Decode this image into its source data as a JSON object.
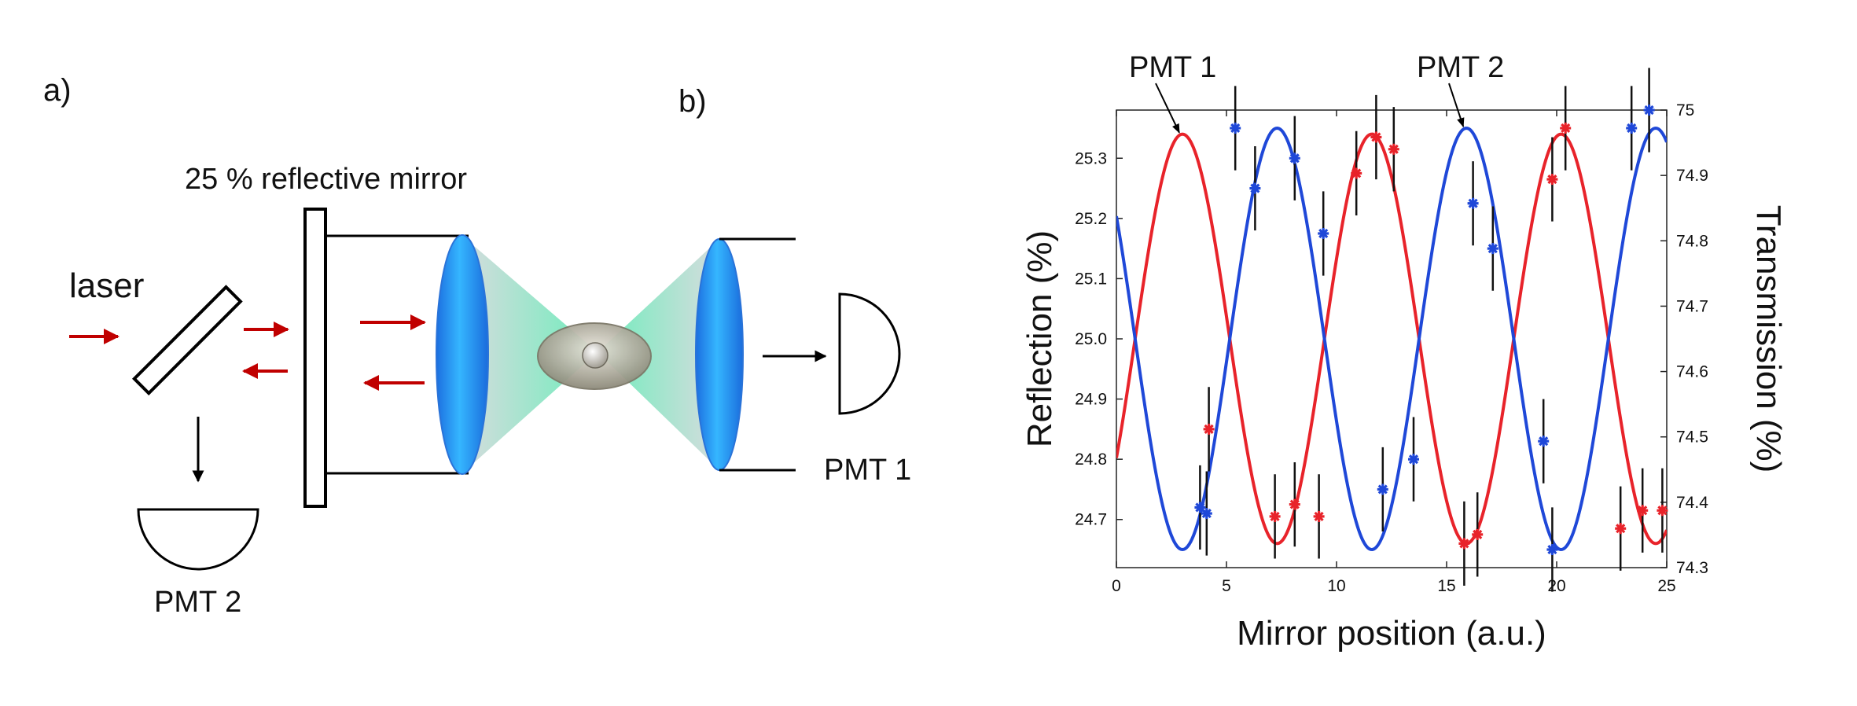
{
  "panel_a": {
    "label": "a)",
    "mirror_label": "25 % reflective mirror",
    "laser_label": "laser",
    "pmt2_label": "PMT 2"
  },
  "panel_b": {
    "label": "b)",
    "pmt1_label": "PMT 1"
  },
  "colors": {
    "red_arrow": "#c00000",
    "lens_blue": "#2a8ff0",
    "beam_green": "#5fe3b0",
    "series_pmt1": "#e8232a",
    "series_pmt2": "#1f48d8"
  },
  "chart_data": {
    "type": "line",
    "xlabel": "Mirror position (a.u.)",
    "ylabel": "Reflection (%)",
    "y2label": "Transmission (%)",
    "xlim": [
      0,
      25
    ],
    "ylim": [
      24.62,
      25.38
    ],
    "y2lim": [
      74.3,
      75.0
    ],
    "xticks": [
      "0",
      "5",
      "10",
      "15",
      "20",
      "25"
    ],
    "yticks": [
      "24.7",
      "24.8",
      "24.9",
      "25.0",
      "25.1",
      "25.2",
      "25.3"
    ],
    "y2ticks": [
      "74.3",
      "74.4",
      "74.5",
      "74.6",
      "74.7",
      "74.8",
      "74.9",
      "75"
    ],
    "annotations": [
      "PMT 1",
      "PMT 2"
    ],
    "series": [
      {
        "label": "PMT 1",
        "color": "#e8232a",
        "fit": {
          "mean": 25.0,
          "amplitude": 0.34,
          "period": 8.6,
          "peak_x": 3.0
        },
        "points": [
          {
            "x": 4.2,
            "y": 24.85,
            "err": 0.07
          },
          {
            "x": 7.2,
            "y": 24.705,
            "err": 0.07
          },
          {
            "x": 8.1,
            "y": 24.725,
            "err": 0.07
          },
          {
            "x": 9.2,
            "y": 24.705,
            "err": 0.07
          },
          {
            "x": 10.9,
            "y": 25.275,
            "err": 0.07
          },
          {
            "x": 11.8,
            "y": 25.335,
            "err": 0.07
          },
          {
            "x": 12.6,
            "y": 25.315,
            "err": 0.07
          },
          {
            "x": 15.8,
            "y": 24.66,
            "err": 0.07
          },
          {
            "x": 16.4,
            "y": 24.675,
            "err": 0.07
          },
          {
            "x": 19.8,
            "y": 25.265,
            "err": 0.07
          },
          {
            "x": 20.4,
            "y": 25.35,
            "err": 0.07
          },
          {
            "x": 22.9,
            "y": 24.685,
            "err": 0.07
          },
          {
            "x": 23.9,
            "y": 24.715,
            "err": 0.07
          },
          {
            "x": 24.8,
            "y": 24.715,
            "err": 0.07
          }
        ]
      },
      {
        "label": "PMT 2",
        "color": "#1f48d8",
        "fit": {
          "mean": 25.0,
          "amplitude": 0.35,
          "period": 8.6,
          "peak_x": 7.3
        },
        "points": [
          {
            "x": 3.8,
            "y": 24.72,
            "err": 0.07
          },
          {
            "x": 4.1,
            "y": 24.71,
            "err": 0.07
          },
          {
            "x": 5.4,
            "y": 25.35,
            "err": 0.07
          },
          {
            "x": 6.3,
            "y": 25.25,
            "err": 0.07
          },
          {
            "x": 8.1,
            "y": 25.3,
            "err": 0.07
          },
          {
            "x": 9.4,
            "y": 25.175,
            "err": 0.07
          },
          {
            "x": 12.1,
            "y": 24.75,
            "err": 0.07
          },
          {
            "x": 13.5,
            "y": 24.8,
            "err": 0.07
          },
          {
            "x": 16.2,
            "y": 25.225,
            "err": 0.07
          },
          {
            "x": 17.1,
            "y": 25.15,
            "err": 0.07
          },
          {
            "x": 19.4,
            "y": 24.83,
            "err": 0.07
          },
          {
            "x": 19.8,
            "y": 24.65,
            "err": 0.07
          },
          {
            "x": 23.4,
            "y": 25.35,
            "err": 0.07
          },
          {
            "x": 24.2,
            "y": 25.38,
            "err": 0.07
          }
        ]
      }
    ]
  }
}
